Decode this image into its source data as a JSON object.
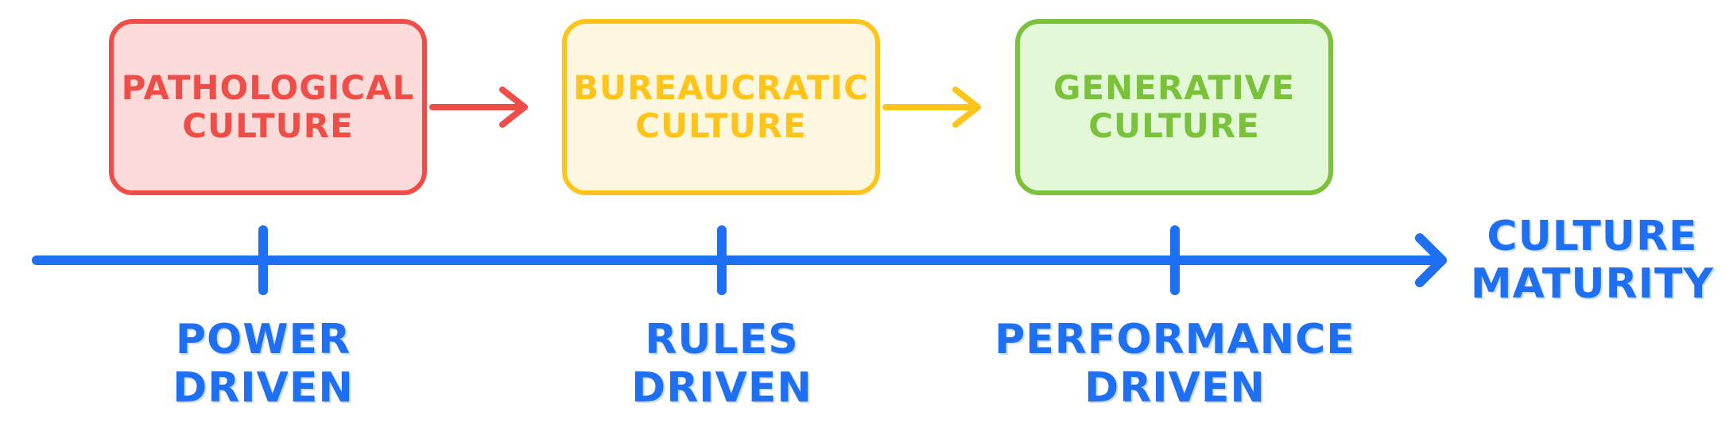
{
  "stages": [
    {
      "id": "pathological",
      "line1": "PATHOLOGICAL",
      "line2": "CULTURE",
      "text_color": "#ef4d48",
      "border_color": "#ef4d48",
      "fill_color": "#fcdcdb"
    },
    {
      "id": "bureaucratic",
      "line1": "BUREAUCRATIC",
      "line2": "CULTURE",
      "text_color": "#ffc41a",
      "border_color": "#ffc41a",
      "fill_color": "#fef7e0"
    },
    {
      "id": "generative",
      "line1": "GENERATIVE",
      "line2": "CULTURE",
      "text_color": "#7ac13c",
      "border_color": "#7ac13c",
      "fill_color": "#e3f8d6"
    }
  ],
  "axis": {
    "title_line1": "CULTURE",
    "title_line2": "MATURITY",
    "color": "#1f6ff2"
  },
  "ticks": [
    {
      "line1": "POWER",
      "line2": "DRIVEN"
    },
    {
      "line1": "RULES",
      "line2": "DRIVEN"
    },
    {
      "line1": "PERFORMANCE",
      "line2": "DRIVEN"
    }
  ]
}
